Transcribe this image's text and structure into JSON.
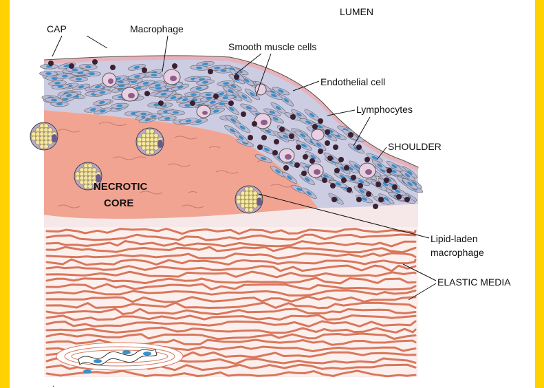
{
  "labels": {
    "lumen": "LUMEN",
    "cap": "CAP",
    "macrophage": "Macrophage",
    "smooth_muscle_cells": "Smooth muscle cells",
    "endothelial_cell": "Endothelial cell",
    "lymphocytes": "Lymphocytes",
    "shoulder": "SHOULDER",
    "necrotic_core_line1": "NECROTIC",
    "necrotic_core_line2": "CORE",
    "lipid_laden_line1": "Lipid-laden",
    "lipid_laden_line2": "macrophage",
    "elastic_media": "ELASTIC MEDIA"
  },
  "colors": {
    "frame": "#FFD200",
    "necrotic_core": "#F2A493",
    "media_fibers": "#D9775C",
    "cap_layer": "#CCCCE3",
    "cell_nucleus": "#3C8FC8",
    "lymphocyte": "#3A2030",
    "lipid_droplet": "#F4E7A0"
  }
}
